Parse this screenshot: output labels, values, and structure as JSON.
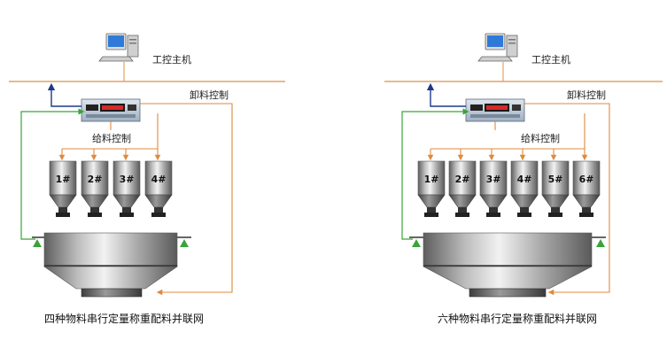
{
  "colors": {
    "bus": "#e2a366",
    "feed": "#e08a3c",
    "signal": "#1f3a8a",
    "feedback": "#3aa33a",
    "steel_dark": "#6f6f6f",
    "steel_light": "#e6e6e6"
  },
  "diagrams": [
    {
      "host_label": "工控主机",
      "discharge_label": "卸料控制",
      "feed_label": "给料控制",
      "hoppers": [
        "1#",
        "2#",
        "3#",
        "4#"
      ],
      "caption": "四种物料串行定量称重配料并联网"
    },
    {
      "host_label": "工控主机",
      "discharge_label": "卸料控制",
      "feed_label": "给料控制",
      "hoppers": [
        "1#",
        "2#",
        "3#",
        "4#",
        "5#",
        "6#"
      ],
      "caption": "六种物料串行定量称重配料并联网"
    }
  ]
}
